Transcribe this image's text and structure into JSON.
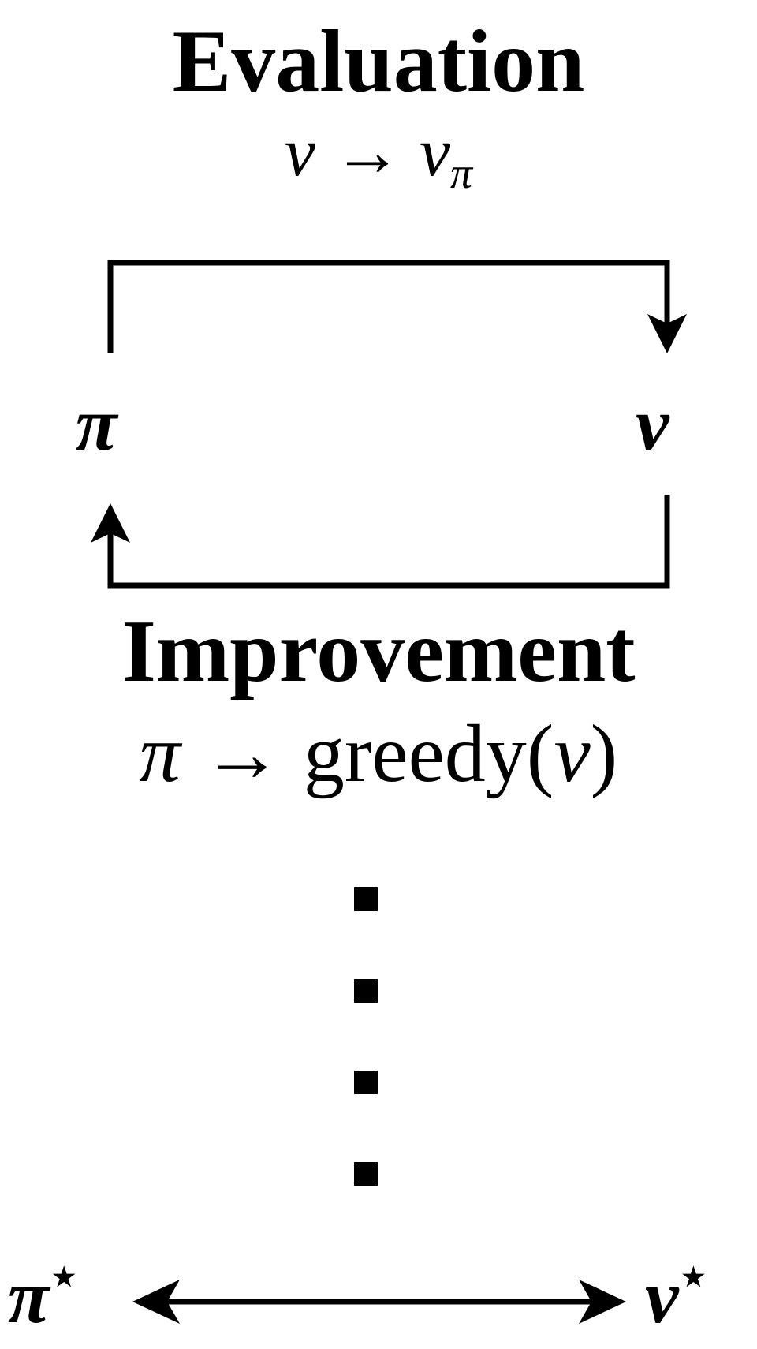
{
  "evaluation": {
    "heading": "Evaluation",
    "update_lhs": "v",
    "update_arrow": "→",
    "update_rhs": "v",
    "update_rhs_sub": "π"
  },
  "nodes": {
    "policy": "π",
    "value": "v"
  },
  "improvement": {
    "heading": "Improvement",
    "update_lhs": "π",
    "update_arrow": "→",
    "update_rhs_fn": "greedy",
    "update_rhs_open": "(",
    "update_rhs_arg": "v",
    "update_rhs_close": ")"
  },
  "continuation": {
    "dot_count": 4
  },
  "optimum": {
    "policy": "π",
    "policy_sup": "⋆",
    "value": "v",
    "value_sup": "⋆"
  },
  "colors": {
    "ink": "#000000",
    "background": "#ffffff"
  }
}
